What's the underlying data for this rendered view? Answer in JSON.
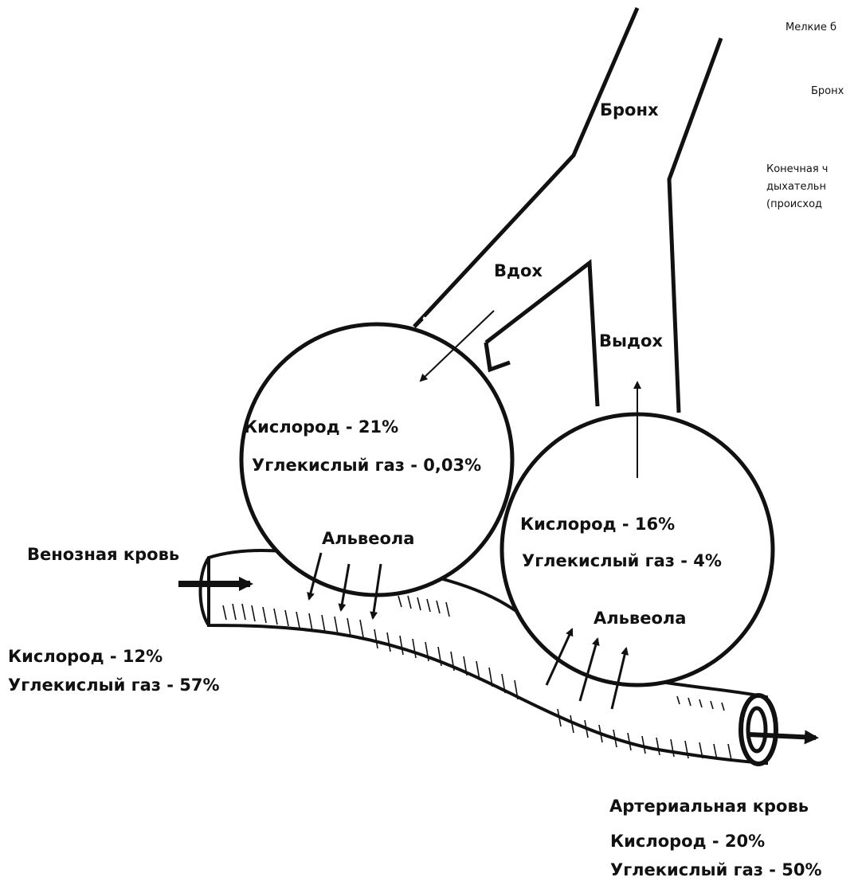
{
  "labels": {
    "bronchus": "Бронх",
    "inhale": "Вдох",
    "exhale": "Выдох",
    "alveolus_left": "Альвеола",
    "alveolus_right": "Альвеола",
    "venous_blood": "Венозная кровь",
    "arterial_blood": "Артериальная кровь"
  },
  "left_alveolus": {
    "oxygen": "Кислород - 21%",
    "co2": "Углекислый газ - 0,03%"
  },
  "right_alveolus": {
    "oxygen": "Кислород - 16%",
    "co2": "Углекислый газ - 4%"
  },
  "venous": {
    "oxygen": "Кислород - 12%",
    "co2": "Углекислый газ - 57%"
  },
  "arterial": {
    "oxygen": "Кислород - 20%",
    "co2": "Углекислый газ - 50%"
  },
  "right_notes": {
    "small_bronchi": "Мелкие б",
    "bronchi": "Бронх",
    "terminal_line1": "Конечная ч",
    "terminal_line2": "дыхательн",
    "terminal_line3": "(происход"
  }
}
